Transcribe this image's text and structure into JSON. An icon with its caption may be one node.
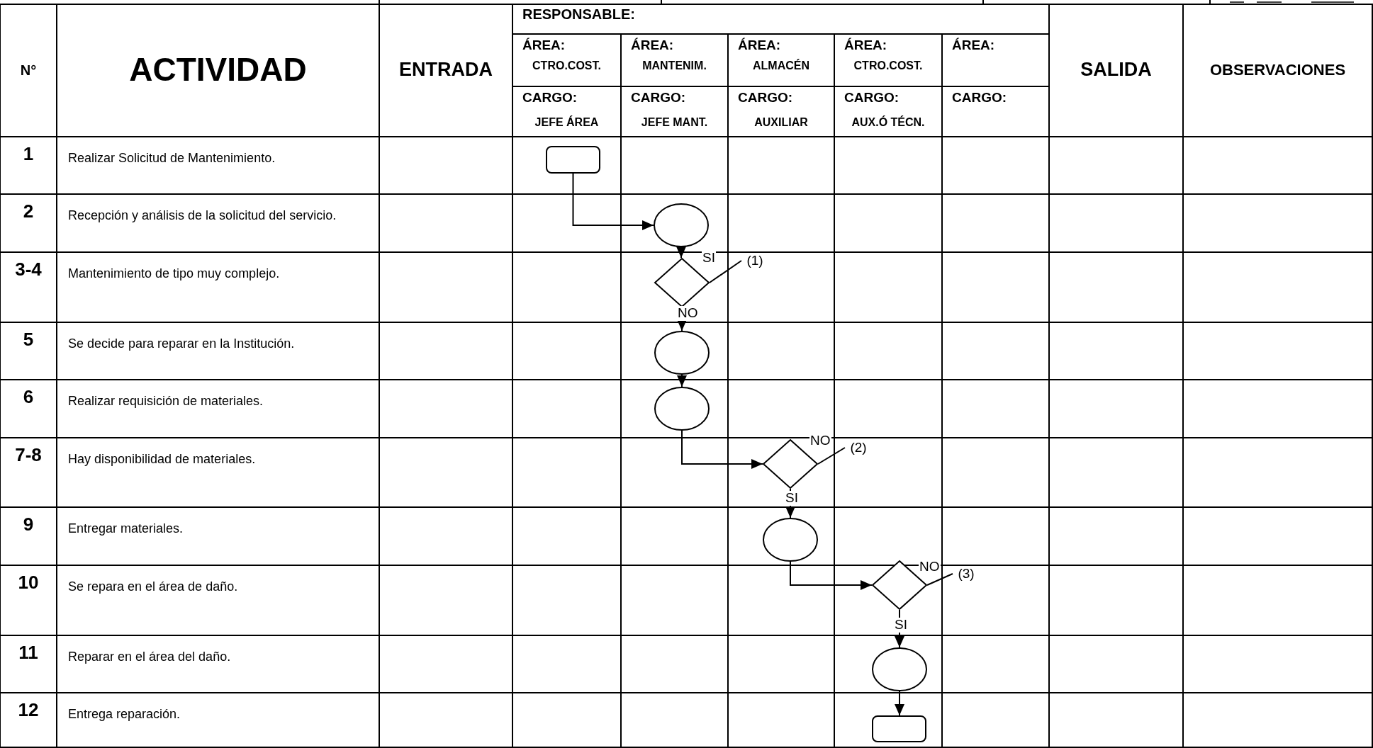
{
  "diagram": {
    "nodes": [
      {
        "text": [],
        "shape": "box"
      },
      {
        "text": [],
        "shape": "ellipse"
      },
      {
        "text": [],
        "shape": "diamond"
      },
      {
        "text": [
          "(1)"
        ]
      },
      {
        "text": [],
        "shape": "ellipse"
      },
      {
        "text": [],
        "shape": "ellipse"
      },
      {
        "text": [],
        "shape": "diamond"
      },
      {
        "text": [
          "(2)"
        ]
      },
      {
        "text": [],
        "shape": "ellipse"
      },
      {
        "text": [],
        "shape": "diamond"
      },
      {
        "text": [
          "(3)"
        ]
      },
      {
        "text": [],
        "shape": "ellipse"
      },
      {
        "text": [],
        "shape": "box"
      }
    ],
    "edges": [
      {
        "from": 0,
        "to": 1,
        "arrow": "to"
      },
      {
        "from": 1,
        "to": 2,
        "arrow": "to"
      },
      {
        "from": 2,
        "to": 3,
        "arrow": "none",
        "label": "SI"
      },
      {
        "from": 2,
        "to": 4,
        "arrow": "to",
        "label": "NO"
      },
      {
        "from": 4,
        "to": 5,
        "arrow": "to"
      },
      {
        "from": 5,
        "to": 6,
        "arrow": "to"
      },
      {
        "from": 6,
        "to": 7,
        "arrow": "none",
        "label": "NO"
      },
      {
        "from": 6,
        "to": 8,
        "arrow": "to",
        "label": "SI"
      },
      {
        "from": 8,
        "to": 9,
        "arrow": "to"
      },
      {
        "from": 9,
        "to": 10,
        "arrow": "none",
        "label": "NO"
      },
      {
        "from": 9,
        "to": 11,
        "arrow": "to",
        "label": "SI"
      },
      {
        "from": 11,
        "to": 12,
        "arrow": "to"
      }
    ],
    "labels": [
      "N°",
      "ACTIVIDAD",
      "ENTRADA",
      "RESPONSABLE:",
      "SALIDA",
      "OBSERVACIONES",
      "ÁREA:",
      "CTRO.COST.",
      "ÁREA:",
      "MANTENIM.",
      "ÁREA:",
      "ALMACÉN",
      "ÁREA:",
      "CTRO.COST.",
      "ÁREA:",
      "CARGO:",
      "JEFE ÁREA",
      "CARGO:",
      "JEFE MANT.",
      "CARGO:",
      "AUXILIAR",
      "CARGO:",
      "AUX.Ó TÉCN.",
      "CARGO:",
      "1",
      "Realizar Solicitud de Mantenimiento.",
      "2",
      "Recepción y análisis de la solicitud del servicio.",
      "3-4",
      "Mantenimiento de tipo muy complejo.",
      "5",
      "Se decide para reparar en la Institución.",
      "6",
      "Realizar requisición de materiales.",
      "7-8",
      "Hay disponibilidad de materiales.",
      "9",
      "Entregar materiales.",
      "10",
      "Se repara en el área de daño.",
      "11",
      "Reparar en el área del daño.",
      "12",
      "Entrega reparación."
    ]
  }
}
